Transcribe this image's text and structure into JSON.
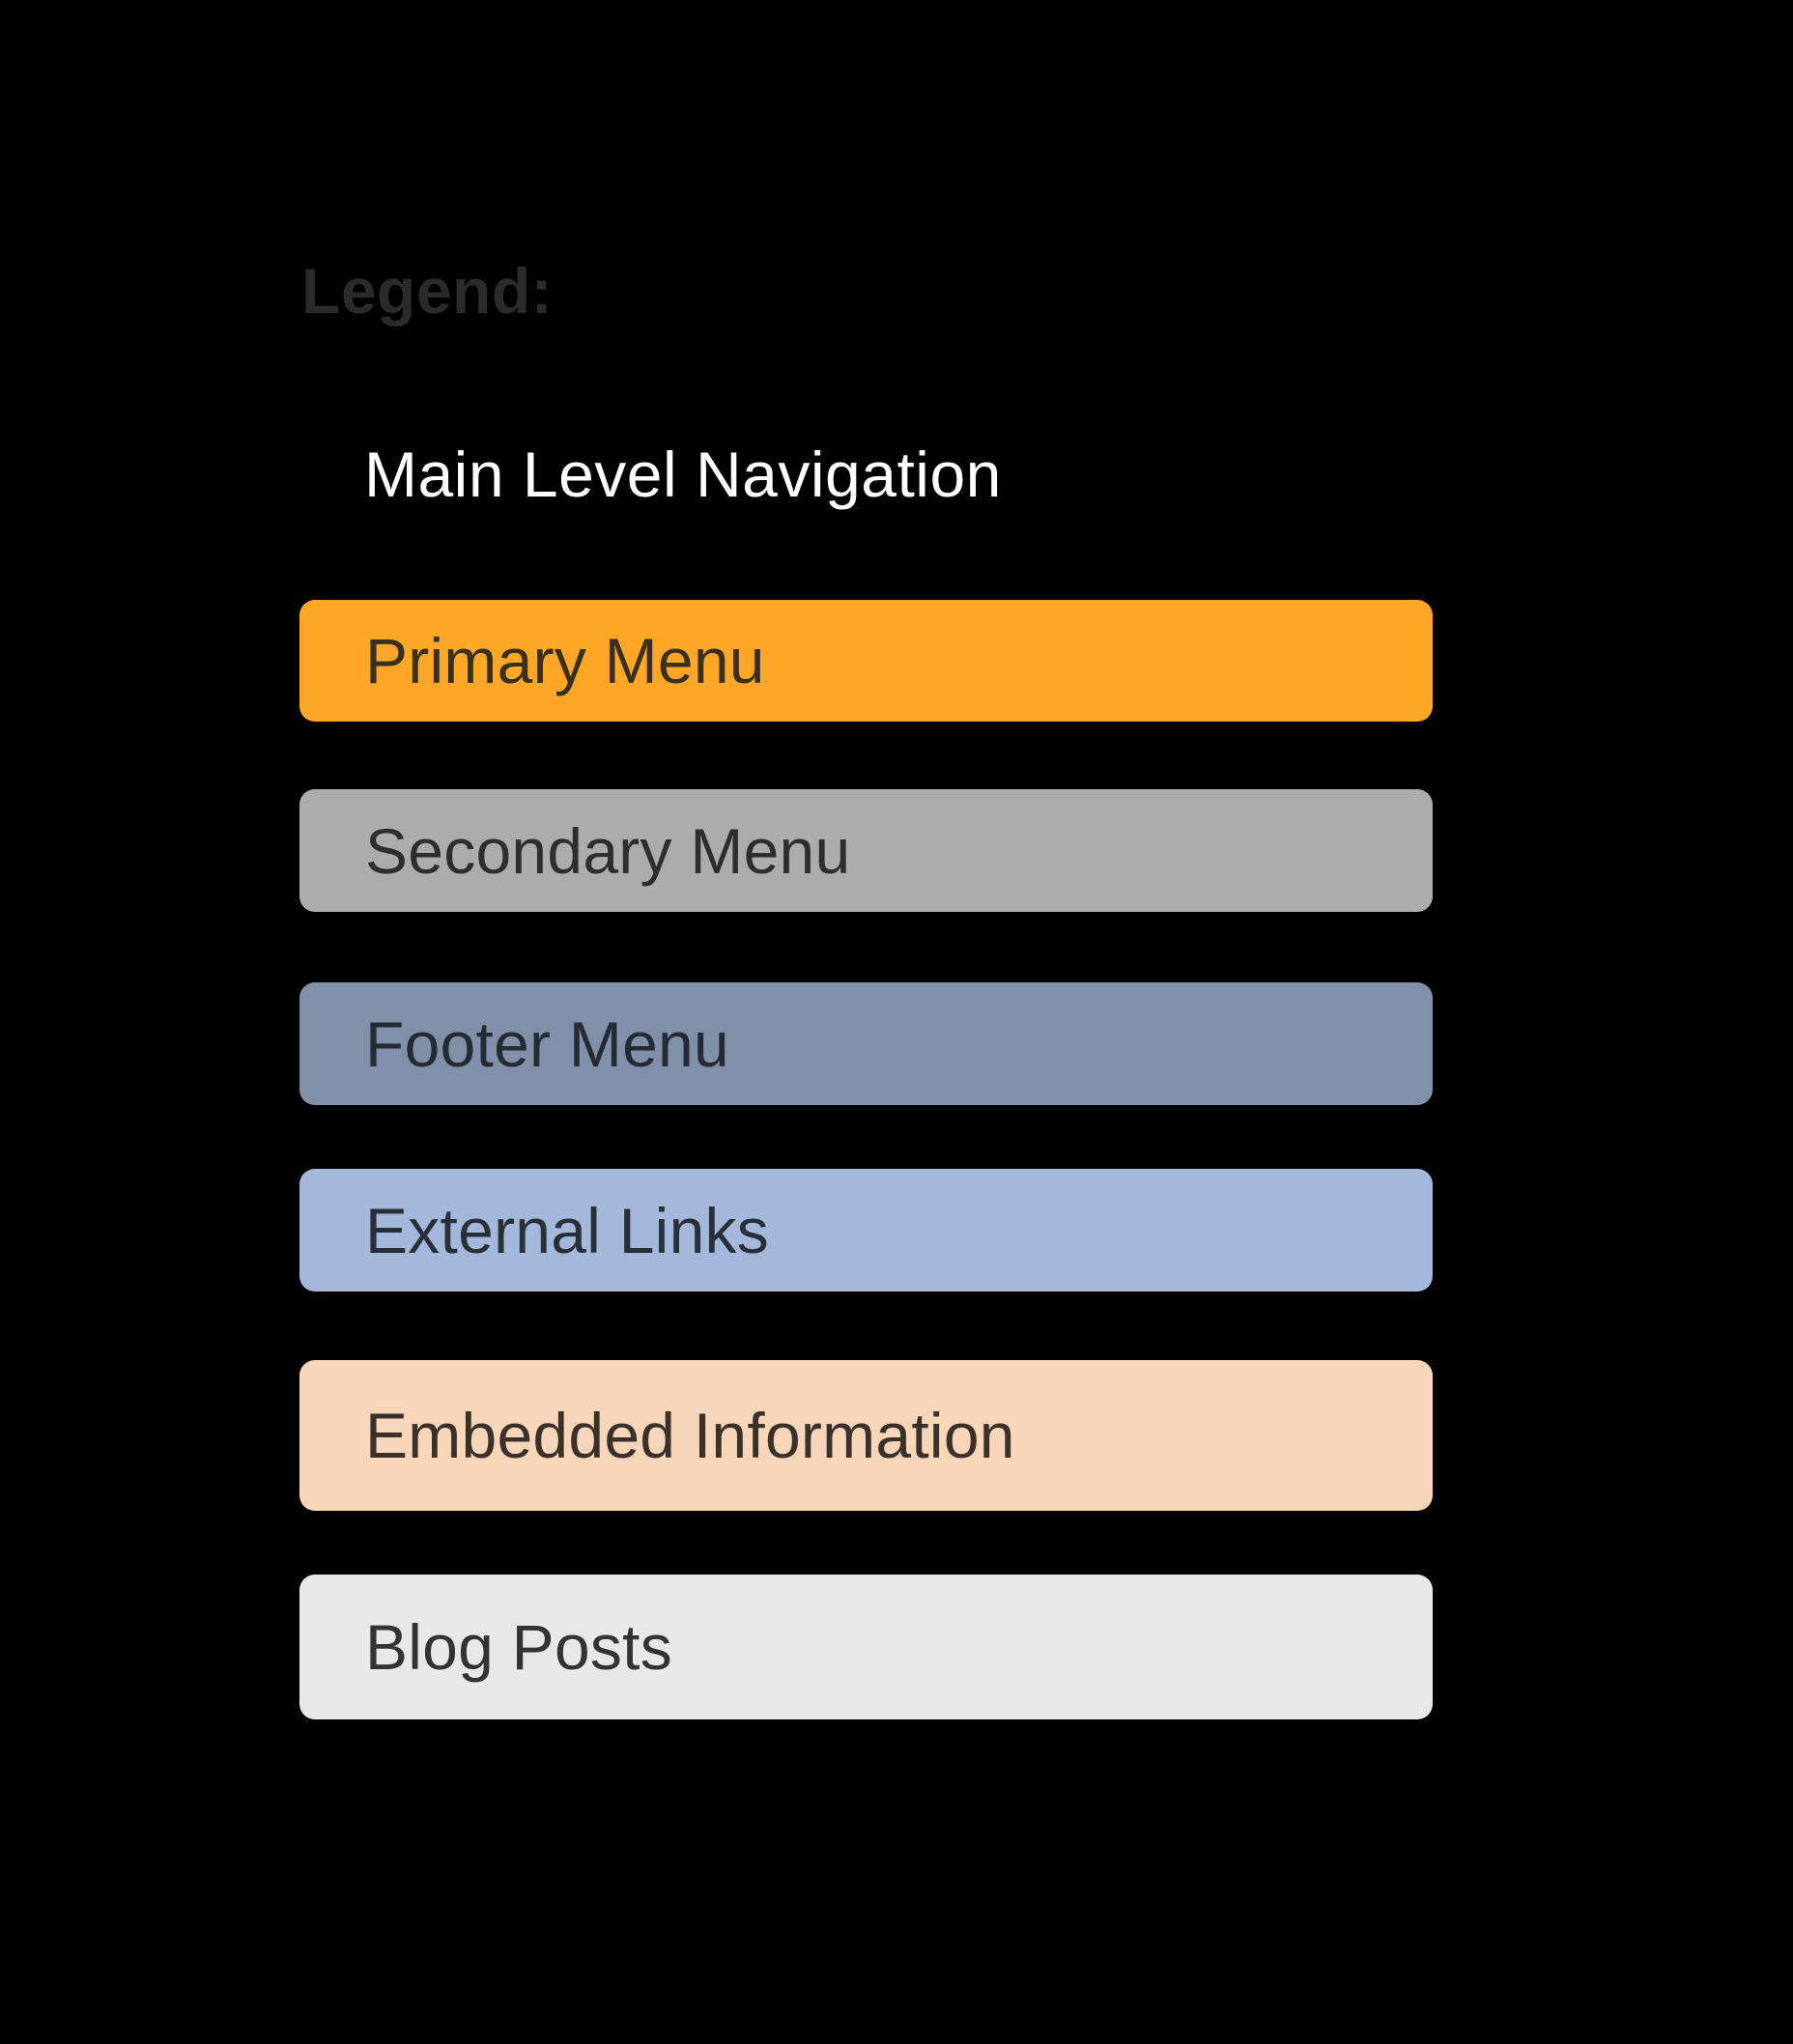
{
  "legend": {
    "title": "Legend:",
    "subtitle": "Main Level Navigation",
    "items": [
      {
        "label": "Primary Menu",
        "color": "#FFA726",
        "text_color": "#3A3020"
      },
      {
        "label": "Secondary Menu",
        "color": "#ACACAC",
        "text_color": "#2E2E2E"
      },
      {
        "label": "Footer Menu",
        "color": "#8090A8",
        "text_color": "#252B34"
      },
      {
        "label": "External Links",
        "color": "#A4B8DC",
        "text_color": "#2A3038"
      },
      {
        "label": "Embedded Information",
        "color": "#F7D6BA",
        "text_color": "#3A322A"
      },
      {
        "label": "Blog Posts",
        "color": "#E8E8E9",
        "text_color": "#333333"
      }
    ],
    "colors": {
      "background": "#000000",
      "title": "#2B2B2B",
      "subtitle": "#FFFFFF"
    }
  }
}
